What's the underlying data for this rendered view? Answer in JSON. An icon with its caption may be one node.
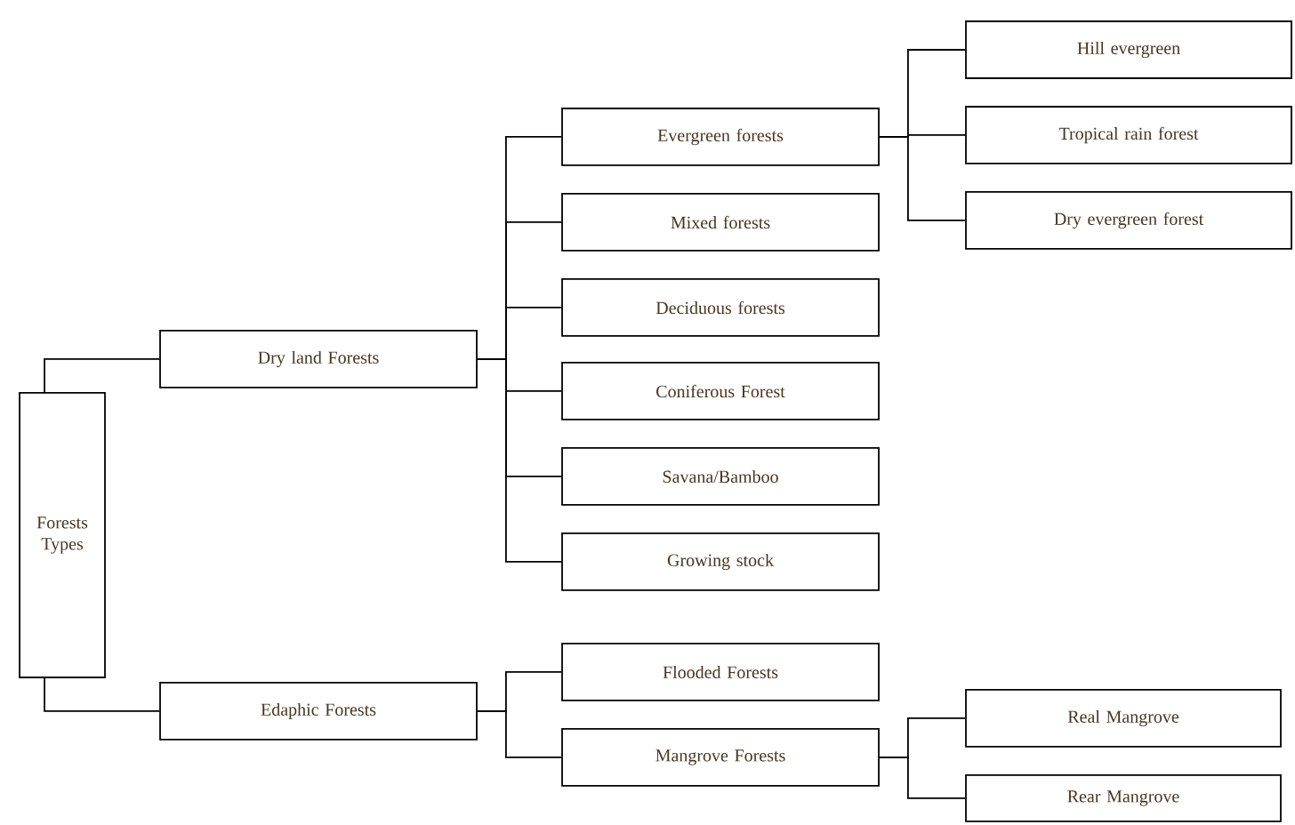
{
  "diagram": {
    "nodes": [
      {
        "text": [
          "Forests Types"
        ]
      },
      {
        "text": [
          "Dry land Forests"
        ]
      },
      {
        "text": [
          "Evergreen forests"
        ]
      },
      {
        "text": [
          "Mixed forests"
        ]
      },
      {
        "text": [
          "Deciduous forests"
        ]
      },
      {
        "text": [
          "Coniferous Forest"
        ]
      },
      {
        "text": [
          "Savana/Bamboo"
        ]
      },
      {
        "text": [
          "Growing stock"
        ]
      },
      {
        "text": [
          "Hill evergreen"
        ]
      },
      {
        "text": [
          "Tropical rain forest"
        ]
      },
      {
        "text": [
          "Dry evergreen forest"
        ]
      },
      {
        "text": [
          "Edaphic Forests"
        ]
      },
      {
        "text": [
          "Flooded Forests"
        ]
      },
      {
        "text": [
          "Mangrove Forests"
        ]
      },
      {
        "text": [
          "Real Mangrove"
        ]
      },
      {
        "text": [
          "Rear Mangrove"
        ]
      }
    ],
    "edges": [
      {
        "from": 0,
        "to": 1,
        "arrow": "none"
      },
      {
        "from": 0,
        "to": 11,
        "arrow": "none"
      },
      {
        "from": 1,
        "to": 2,
        "arrow": "none"
      },
      {
        "from": 1,
        "to": 3,
        "arrow": "none"
      },
      {
        "from": 1,
        "to": 4,
        "arrow": "none"
      },
      {
        "from": 1,
        "to": 5,
        "arrow": "none"
      },
      {
        "from": 1,
        "to": 6,
        "arrow": "none"
      },
      {
        "from": 1,
        "to": 7,
        "arrow": "none"
      },
      {
        "from": 2,
        "to": 8,
        "arrow": "none"
      },
      {
        "from": 2,
        "to": 9,
        "arrow": "none"
      },
      {
        "from": 2,
        "to": 10,
        "arrow": "none"
      },
      {
        "from": 11,
        "to": 12,
        "arrow": "none"
      },
      {
        "from": 11,
        "to": 13,
        "arrow": "none"
      },
      {
        "from": 13,
        "to": 14,
        "arrow": "none"
      },
      {
        "from": 13,
        "to": 15,
        "arrow": "none"
      }
    ]
  }
}
